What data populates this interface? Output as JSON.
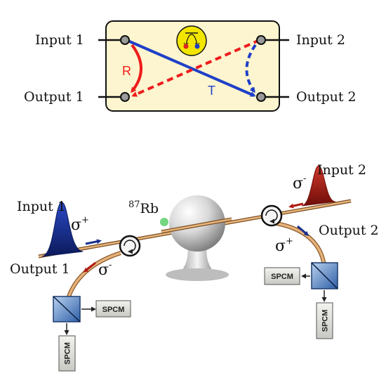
{
  "top_panel": {
    "input1": "Input 1",
    "input2": "Input 2",
    "output1": "Output 1",
    "output2": "Output 2",
    "reflect_label": "R",
    "transmit_label": "T"
  },
  "bottom_panel": {
    "input1": "Input 1",
    "input2": "Input 2",
    "output1": "Output 1",
    "output2": "Output 2",
    "atom_mass": "87",
    "atom_symbol": "Rb",
    "sigma_plus_left": "σ",
    "sigma_plus_left_sup": "+",
    "sigma_minus_left": "σ",
    "sigma_minus_left_sup": "-",
    "sigma_minus_right": "σ",
    "sigma_minus_right_sup": "-",
    "sigma_plus_right": "σ",
    "sigma_plus_right_sup": "+",
    "detectors": [
      "SPCM",
      "SPCM",
      "SPCM",
      "SPCM"
    ]
  },
  "colors": {
    "device_fill": "#fdf5cf",
    "reflect": "#ee1c1c",
    "transmit": "#1e3fc8",
    "fiber": "#d9a066",
    "atom": "#74d67f",
    "pulse_left": "#1a2f8c",
    "pulse_right": "#b21b13"
  }
}
